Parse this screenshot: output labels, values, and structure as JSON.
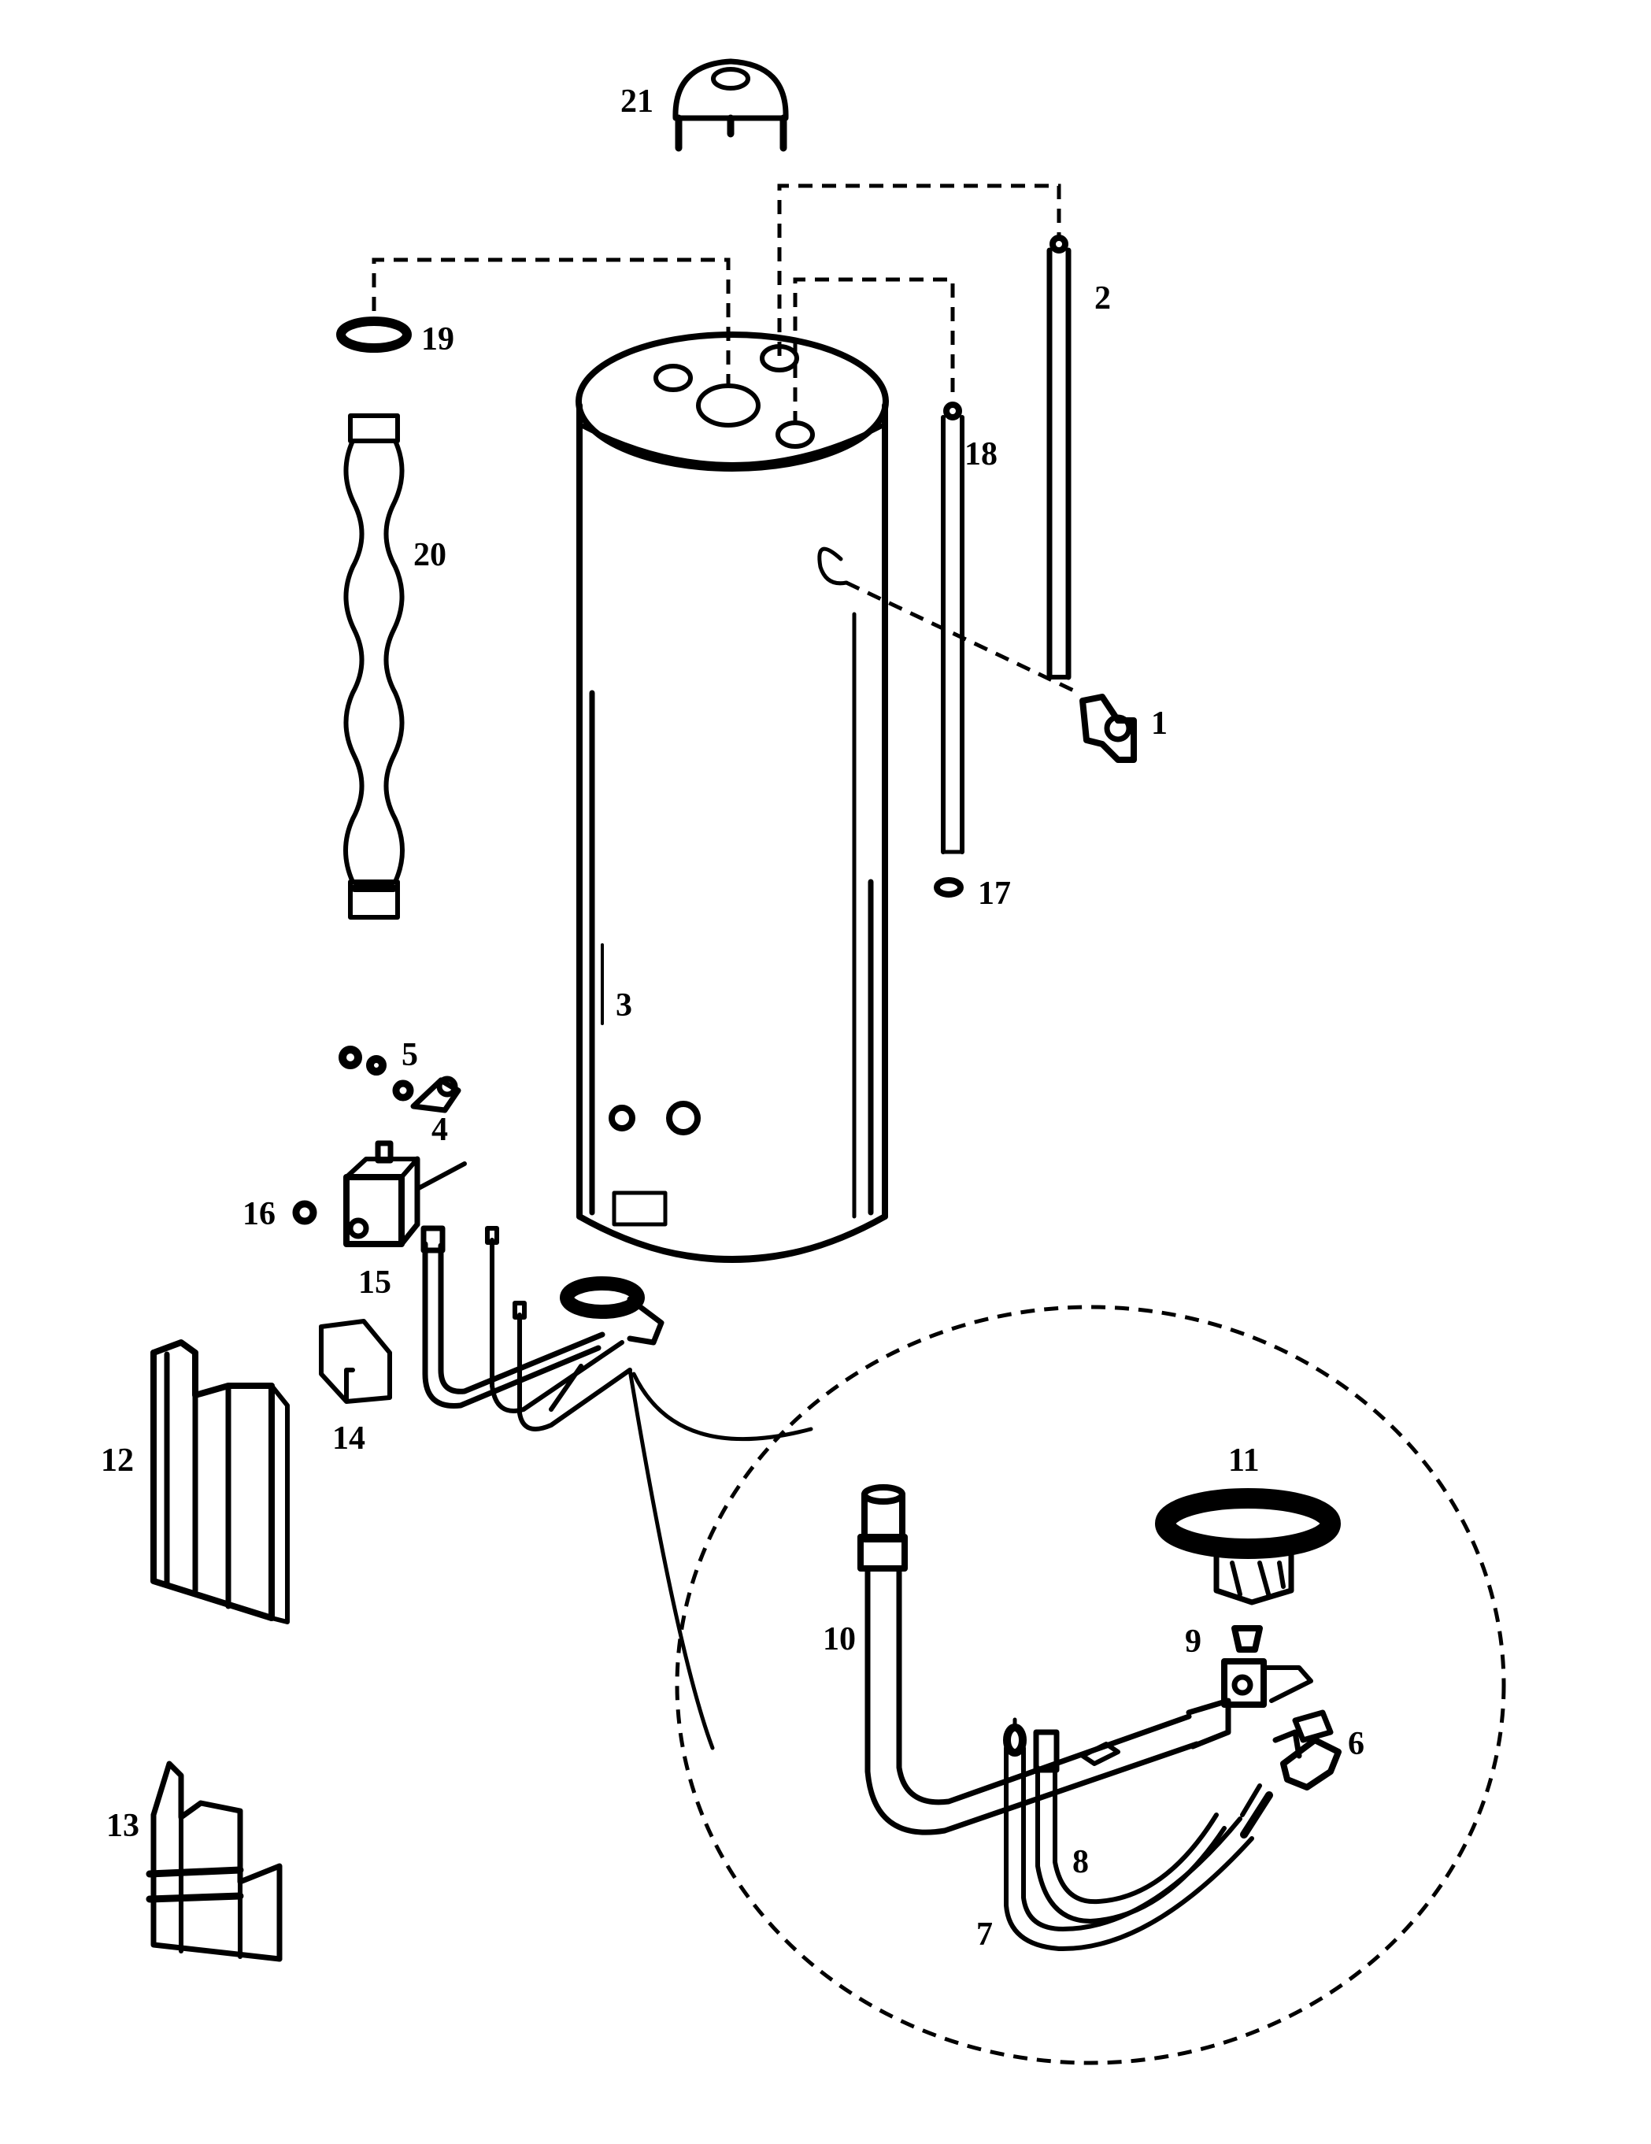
{
  "diagram": {
    "parts": [
      {
        "number": "1",
        "icon": "drain-valve-icon"
      },
      {
        "number": "2",
        "icon": "anode-rod-icon"
      },
      {
        "number": "3",
        "icon": "label-plate-icon"
      },
      {
        "number": "4",
        "icon": "fitting-icon"
      },
      {
        "number": "5",
        "icon": "nut-icon"
      },
      {
        "number": "6",
        "icon": "bracket-icon"
      },
      {
        "number": "7",
        "icon": "tube-icon"
      },
      {
        "number": "8",
        "icon": "tube-icon"
      },
      {
        "number": "9",
        "icon": "orifice-icon"
      },
      {
        "number": "10",
        "icon": "manifold-tube-icon"
      },
      {
        "number": "11",
        "icon": "burner-icon"
      },
      {
        "number": "12",
        "icon": "outer-door-icon"
      },
      {
        "number": "13",
        "icon": "inner-door-icon"
      },
      {
        "number": "14",
        "icon": "sight-glass-cover-icon"
      },
      {
        "number": "15",
        "icon": "gas-control-valve-icon"
      },
      {
        "number": "16",
        "icon": "nut-icon"
      },
      {
        "number": "17",
        "icon": "washer-icon"
      },
      {
        "number": "18",
        "icon": "dip-tube-icon"
      },
      {
        "number": "19",
        "icon": "gasket-ring-icon"
      },
      {
        "number": "20",
        "icon": "flue-baffle-icon"
      },
      {
        "number": "21",
        "icon": "draft-hood-icon"
      }
    ]
  }
}
